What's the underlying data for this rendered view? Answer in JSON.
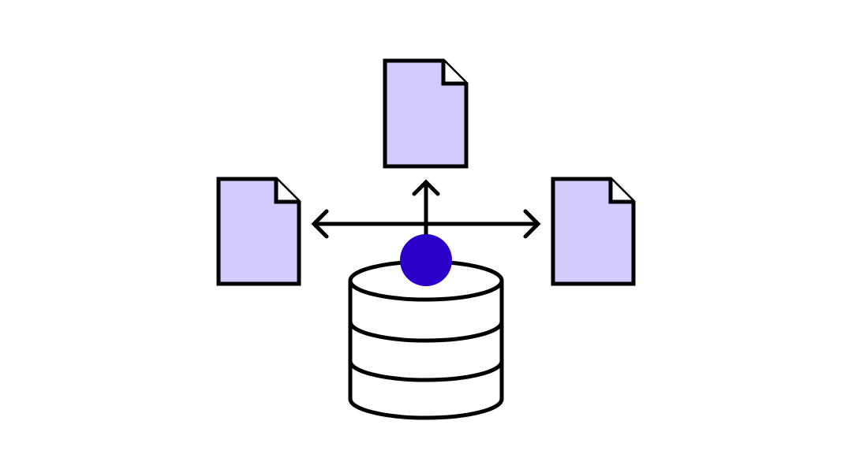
{
  "diagram": {
    "colors": {
      "background": "#ffffff",
      "stroke": "#000000",
      "document_fill": "#d0cbfb",
      "hub_fill": "#2a00c9",
      "database_fill": "#ffffff"
    },
    "nodes": [
      {
        "id": "database",
        "shape": "database-cylinder",
        "icon": "database-icon",
        "text": ""
      },
      {
        "id": "hub",
        "shape": "circle",
        "icon": "hub-dot",
        "text": ""
      },
      {
        "id": "doc-top",
        "shape": "document",
        "icon": "document-icon",
        "text": ""
      },
      {
        "id": "doc-left",
        "shape": "document",
        "icon": "document-icon",
        "text": ""
      },
      {
        "id": "doc-right",
        "shape": "document",
        "icon": "document-icon",
        "text": ""
      }
    ],
    "edges": [
      {
        "from": "hub",
        "to": "doc-top",
        "arrow": "end"
      },
      {
        "from": "hub",
        "to": "doc-left",
        "arrow": "end"
      },
      {
        "from": "hub",
        "to": "doc-right",
        "arrow": "end"
      }
    ]
  }
}
